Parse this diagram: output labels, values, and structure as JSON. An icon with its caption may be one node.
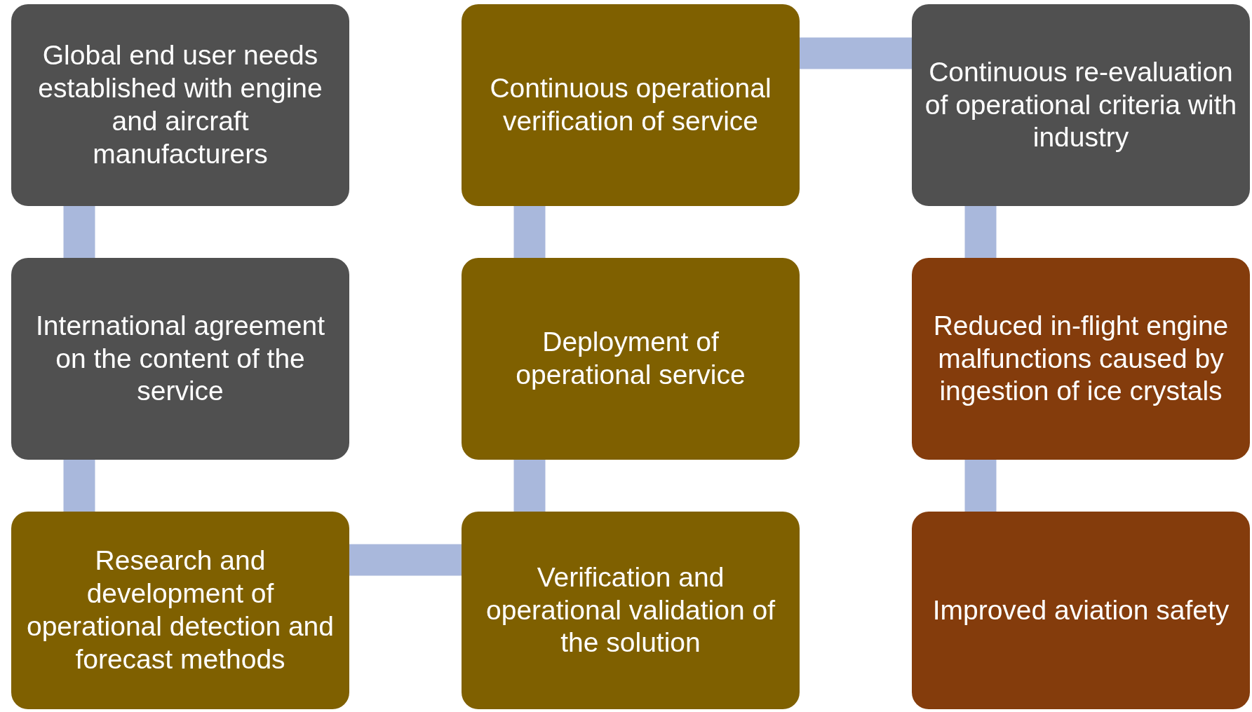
{
  "diagram": {
    "nodes": [
      {
        "text": [
          "Global end user needs established with engine and aircraft manufacturers"
        ]
      },
      {
        "text": [
          "International agreement on the content of the service"
        ]
      },
      {
        "text": [
          "Research and development of operational detection and forecast methods"
        ]
      },
      {
        "text": [
          "Verification and operational validation of the solution"
        ]
      },
      {
        "text": [
          "Deployment of operational service"
        ]
      },
      {
        "text": [
          "Continuous operational verification of service"
        ]
      },
      {
        "text": [
          "Continuous re-evaluation of operational criteria with industry"
        ]
      },
      {
        "text": [
          "Reduced in-flight engine malfunctions caused by ingestion of ice crystals"
        ]
      },
      {
        "text": [
          "Improved aviation safety"
        ]
      }
    ],
    "edges": [
      {
        "from": 0,
        "to": 1,
        "arrow": "none"
      },
      {
        "from": 1,
        "to": 2,
        "arrow": "none"
      },
      {
        "from": 2,
        "to": 3,
        "arrow": "none"
      },
      {
        "from": 3,
        "to": 4,
        "arrow": "none"
      },
      {
        "from": 4,
        "to": 5,
        "arrow": "none"
      },
      {
        "from": 5,
        "to": 6,
        "arrow": "none"
      },
      {
        "from": 6,
        "to": 7,
        "arrow": "none"
      },
      {
        "from": 7,
        "to": 8,
        "arrow": "none"
      }
    ]
  }
}
